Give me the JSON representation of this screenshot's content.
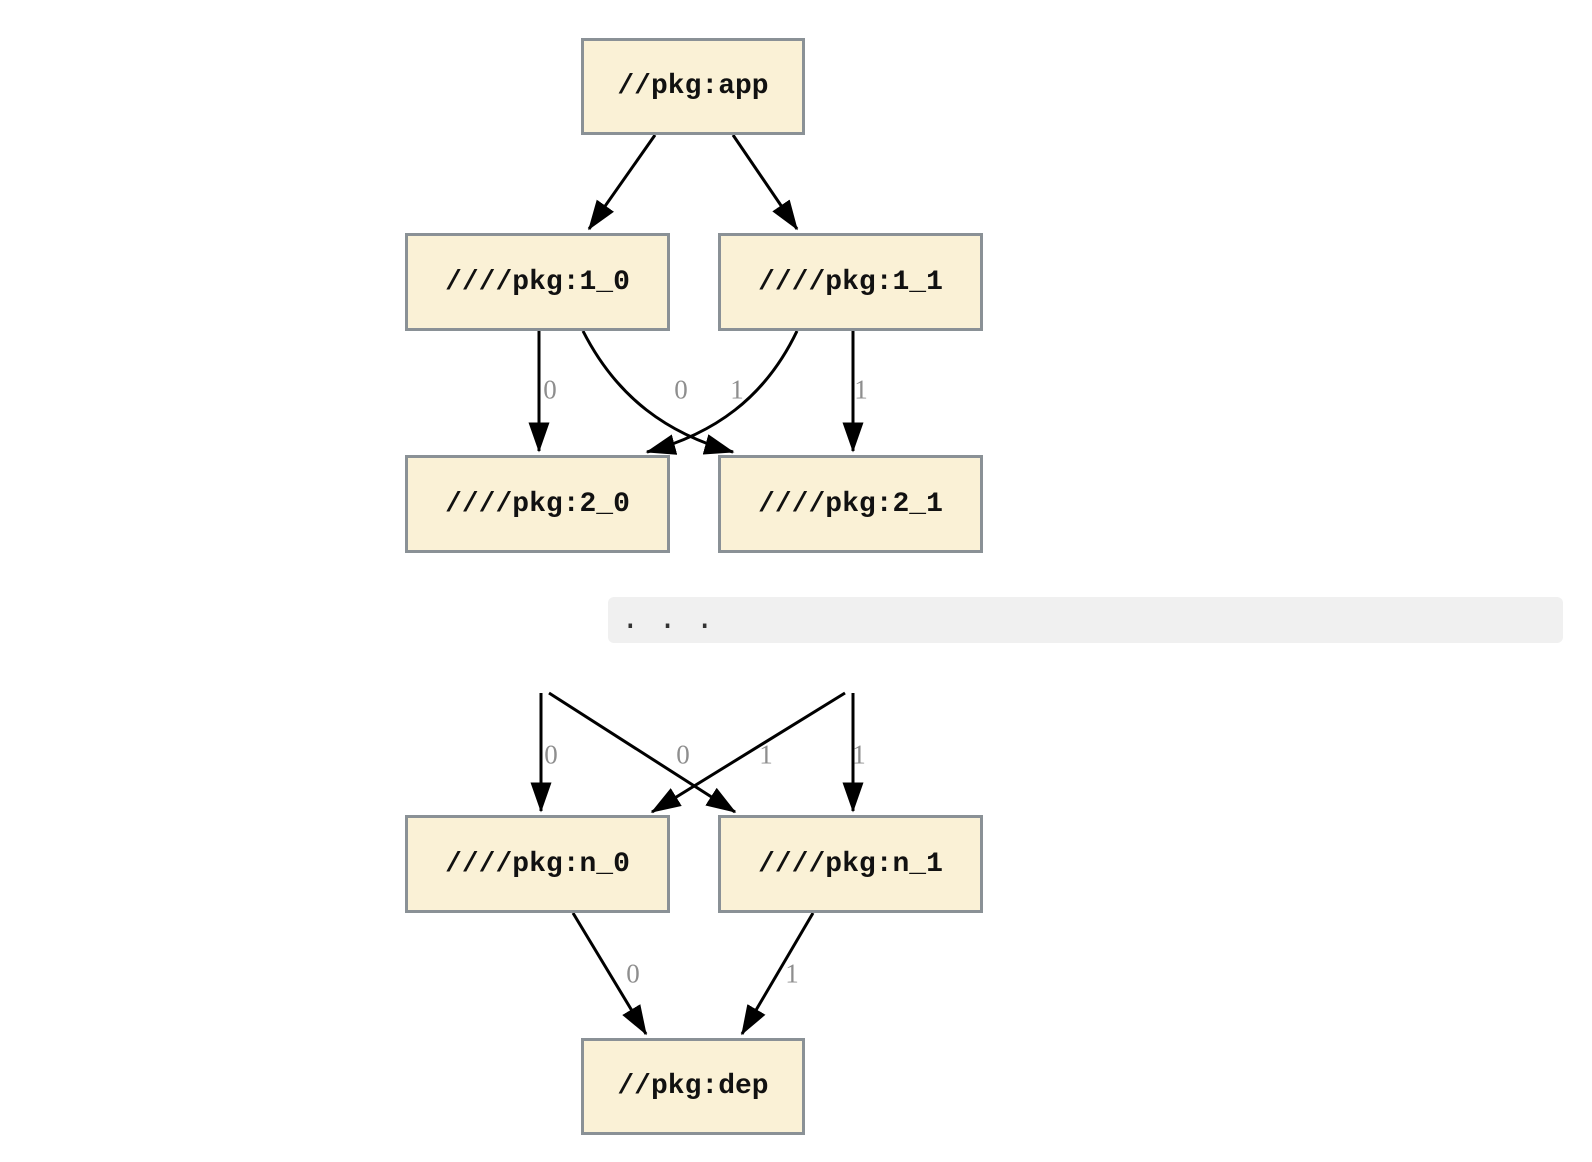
{
  "graph": {
    "nodes": {
      "app": {
        "label": "//pkg:app"
      },
      "l1_0": {
        "label": "////pkg:1_0"
      },
      "l1_1": {
        "label": "////pkg:1_1"
      },
      "l2_0": {
        "label": "////pkg:2_0"
      },
      "l2_1": {
        "label": "////pkg:2_1"
      },
      "ln_0": {
        "label": "////pkg:n_0"
      },
      "ln_1": {
        "label": "////pkg:n_1"
      },
      "dep": {
        "label": "//pkg:dep"
      }
    },
    "edges": [
      {
        "from": "//pkg:app",
        "to": "////pkg:1_0",
        "label": ""
      },
      {
        "from": "//pkg:app",
        "to": "////pkg:1_1",
        "label": ""
      },
      {
        "from": "////pkg:1_0",
        "to": "////pkg:2_0",
        "label": "0"
      },
      {
        "from": "////pkg:1_0",
        "to": "////pkg:2_1",
        "label": "1"
      },
      {
        "from": "////pkg:1_1",
        "to": "////pkg:2_0",
        "label": "0"
      },
      {
        "from": "////pkg:1_1",
        "to": "////pkg:2_1",
        "label": "1"
      },
      {
        "from": "...",
        "to": "////pkg:n_0",
        "label": "0"
      },
      {
        "from": "...",
        "to": "////pkg:n_1",
        "label": "1"
      },
      {
        "from": "...",
        "to": "////pkg:n_0",
        "label": "0"
      },
      {
        "from": "...",
        "to": "////pkg:n_1",
        "label": "1"
      },
      {
        "from": "////pkg:n_0",
        "to": "//pkg:dep",
        "label": "0"
      },
      {
        "from": "////pkg:n_1",
        "to": "//pkg:dep",
        "label": "1"
      }
    ],
    "separator": {
      "dots": ". . ."
    },
    "colors": {
      "node_fill": "#FAF1D6",
      "node_border": "#8A9196",
      "edge": "#000000",
      "edge_label": "#8E8E8E",
      "separator_bg": "#F0F0F0",
      "dots": "#333333"
    }
  }
}
